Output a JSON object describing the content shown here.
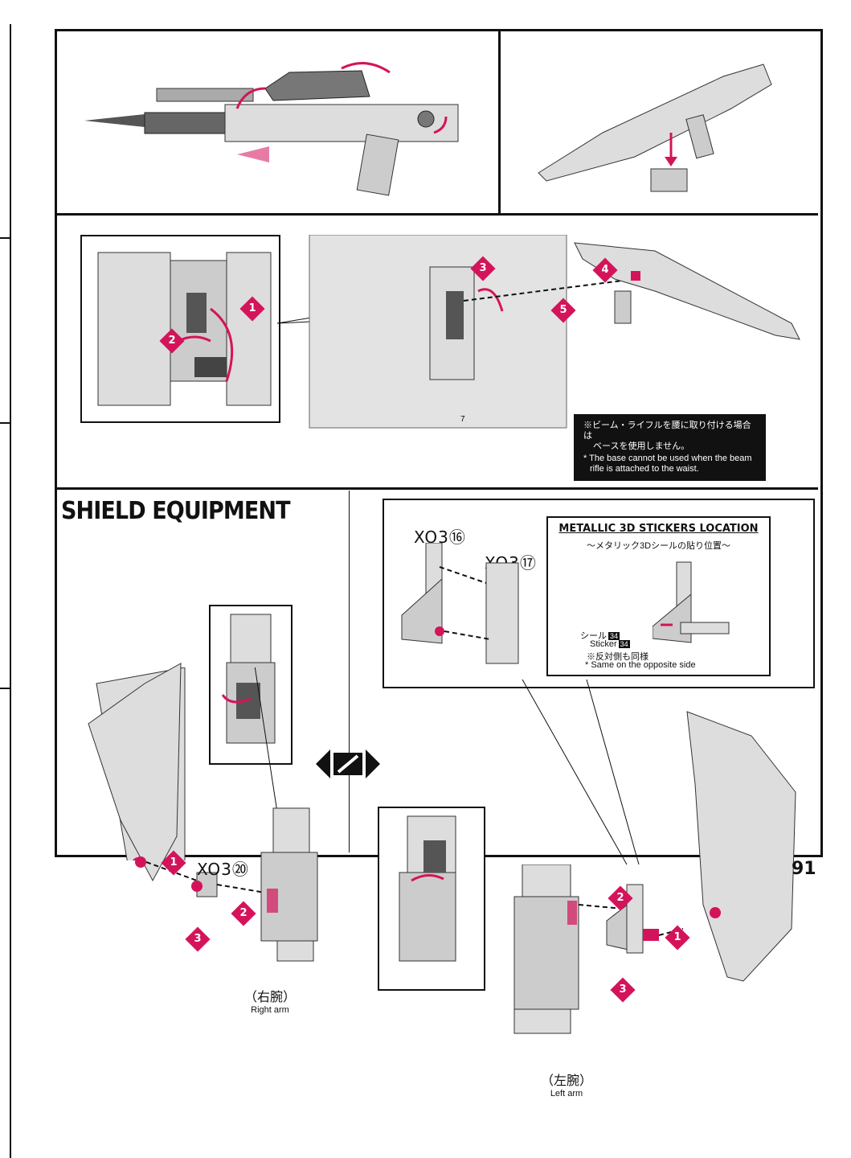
{
  "page_number": "91",
  "section_title": "SHIELD EQUIPMENT",
  "waist_note": {
    "jp_line1": "※ビーム・ライフルを腰に取り付ける場合は",
    "jp_line2": "ベースを使用しません。",
    "en_line1": "* The base cannot be used when the beam",
    "en_line2": "rifle is attached to the waist."
  },
  "sticker_panel": {
    "title": "METALLIC 3D STICKERS LOCATION",
    "subtitle": "〜メタリック3Dシールの貼り位置〜",
    "label_jp": "シール",
    "label_num": "34",
    "label_en": "Sticker",
    "note_jp": "※反対側も同様",
    "note_en": "* Same on the opposite side"
  },
  "parts": {
    "p16": "XO3⑯",
    "p17": "XO3⑰",
    "p20": "XO3⑳"
  },
  "arms": {
    "right_jp": "（右腕）",
    "right_en": "Right arm",
    "left_jp": "（左腕）",
    "left_en": "Left arm"
  },
  "small_label_7": "7",
  "steps": [
    "1",
    "2",
    "3",
    "4",
    "5"
  ],
  "colors": {
    "accent": "#d4145a",
    "line": "#111111",
    "part": "#c9c9c9"
  }
}
